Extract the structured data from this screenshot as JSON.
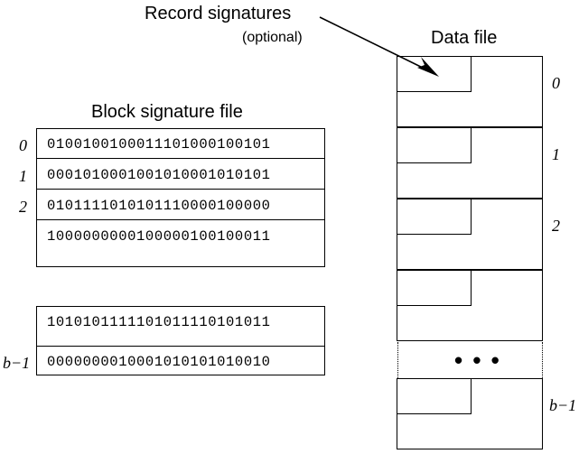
{
  "title_labels": {
    "record_signatures": "Record signatures",
    "record_signatures_note": "(optional)",
    "data_file": "Data file",
    "block_signature_file": "Block signature file"
  },
  "block_signature_file": {
    "group_one": {
      "rows": [
        {
          "index": "0",
          "bits": "0100100100011101000100101"
        },
        {
          "index": "1",
          "bits": "0001010001001010001010101"
        },
        {
          "index": "2",
          "bits": "0101111010101110000100000"
        },
        {
          "index": "",
          "bits": "1000000000100000100100011"
        }
      ]
    },
    "group_two": {
      "rows": [
        {
          "index": "",
          "bits": "1010101111101011110101011"
        },
        {
          "index": "b−1",
          "bits": "0000000010001010101010010"
        }
      ]
    }
  },
  "data_file": {
    "blocks": [
      {
        "index": "0"
      },
      {
        "index": "1"
      },
      {
        "index": "2"
      },
      {
        "index": ""
      }
    ],
    "ellipsis": "• • •",
    "last_block": {
      "index": "b−1"
    }
  },
  "colors": {
    "stroke": "#000000",
    "background": "#ffffff"
  }
}
